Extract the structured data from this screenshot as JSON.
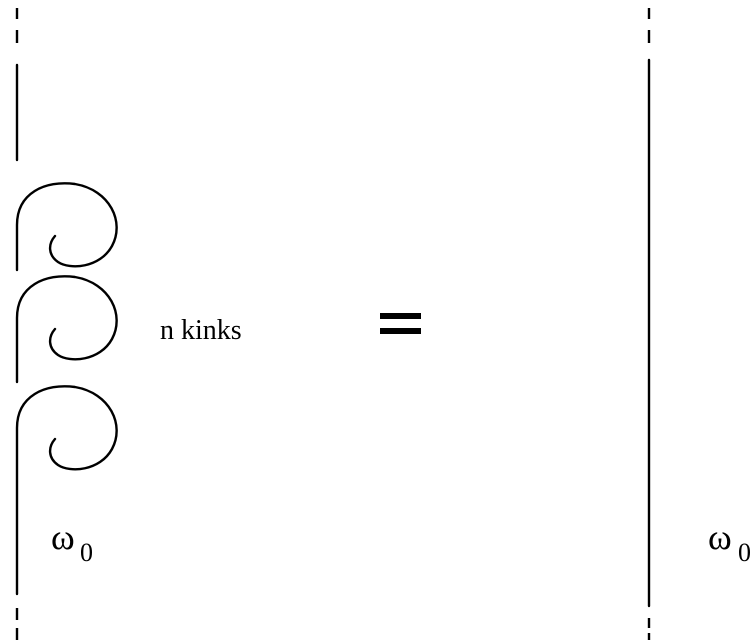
{
  "left_side": {
    "kinks_label": "n kinks",
    "kink_count": 3,
    "weight_symbol": "ω",
    "weight_subscript": "0"
  },
  "relation_symbol": "=",
  "right_side": {
    "weight_symbol": "ω",
    "weight_subscript": "0"
  }
}
